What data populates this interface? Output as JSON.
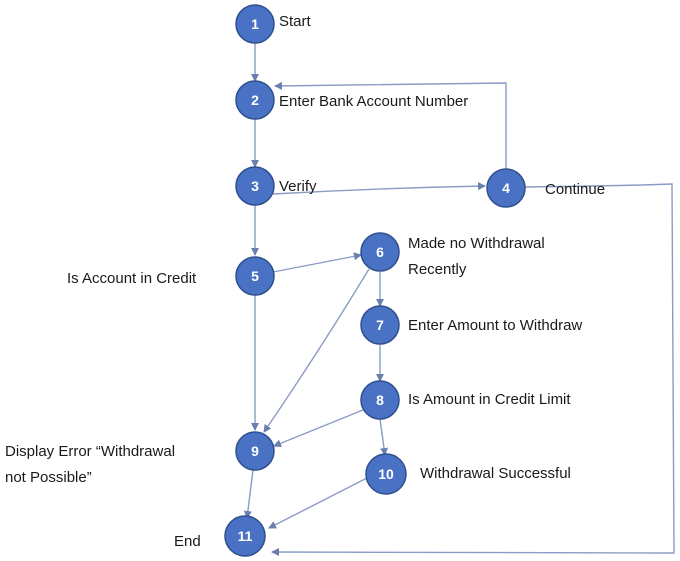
{
  "nodes": [
    {
      "id": "1",
      "label": "Start"
    },
    {
      "id": "2",
      "label": "Enter Bank Account Number"
    },
    {
      "id": "3",
      "label": "Verify"
    },
    {
      "id": "4",
      "label": "Continue"
    },
    {
      "id": "5",
      "label": "Is Account in Credit"
    },
    {
      "id": "6",
      "label_line1": "Made no Withdrawal",
      "label_line2": "Recently"
    },
    {
      "id": "7",
      "label": "Enter Amount to Withdraw"
    },
    {
      "id": "8",
      "label": "Is Amount in Credit Limit"
    },
    {
      "id": "9",
      "label_line1": "Display Error “Withdrawal",
      "label_line2": "not Possible”"
    },
    {
      "id": "10",
      "label": "Withdrawal Successful"
    },
    {
      "id": "11",
      "label": "End"
    }
  ],
  "edges": [
    {
      "from": "1",
      "to": "2"
    },
    {
      "from": "2",
      "to": "3"
    },
    {
      "from": "3",
      "to": "4"
    },
    {
      "from": "4",
      "to": "2"
    },
    {
      "from": "3",
      "to": "5"
    },
    {
      "from": "5",
      "to": "6"
    },
    {
      "from": "5",
      "to": "9"
    },
    {
      "from": "6",
      "to": "7"
    },
    {
      "from": "6",
      "to": "9"
    },
    {
      "from": "7",
      "to": "8"
    },
    {
      "from": "8",
      "to": "9"
    },
    {
      "from": "8",
      "to": "10"
    },
    {
      "from": "9",
      "to": "11"
    },
    {
      "from": "10",
      "to": "11"
    },
    {
      "from": "4",
      "to": "11"
    }
  ],
  "colors": {
    "node_fill": "#4A72C4",
    "node_stroke": "#2F4F8F",
    "edge": "#8A9CC4",
    "node_text": "#ffffff"
  }
}
